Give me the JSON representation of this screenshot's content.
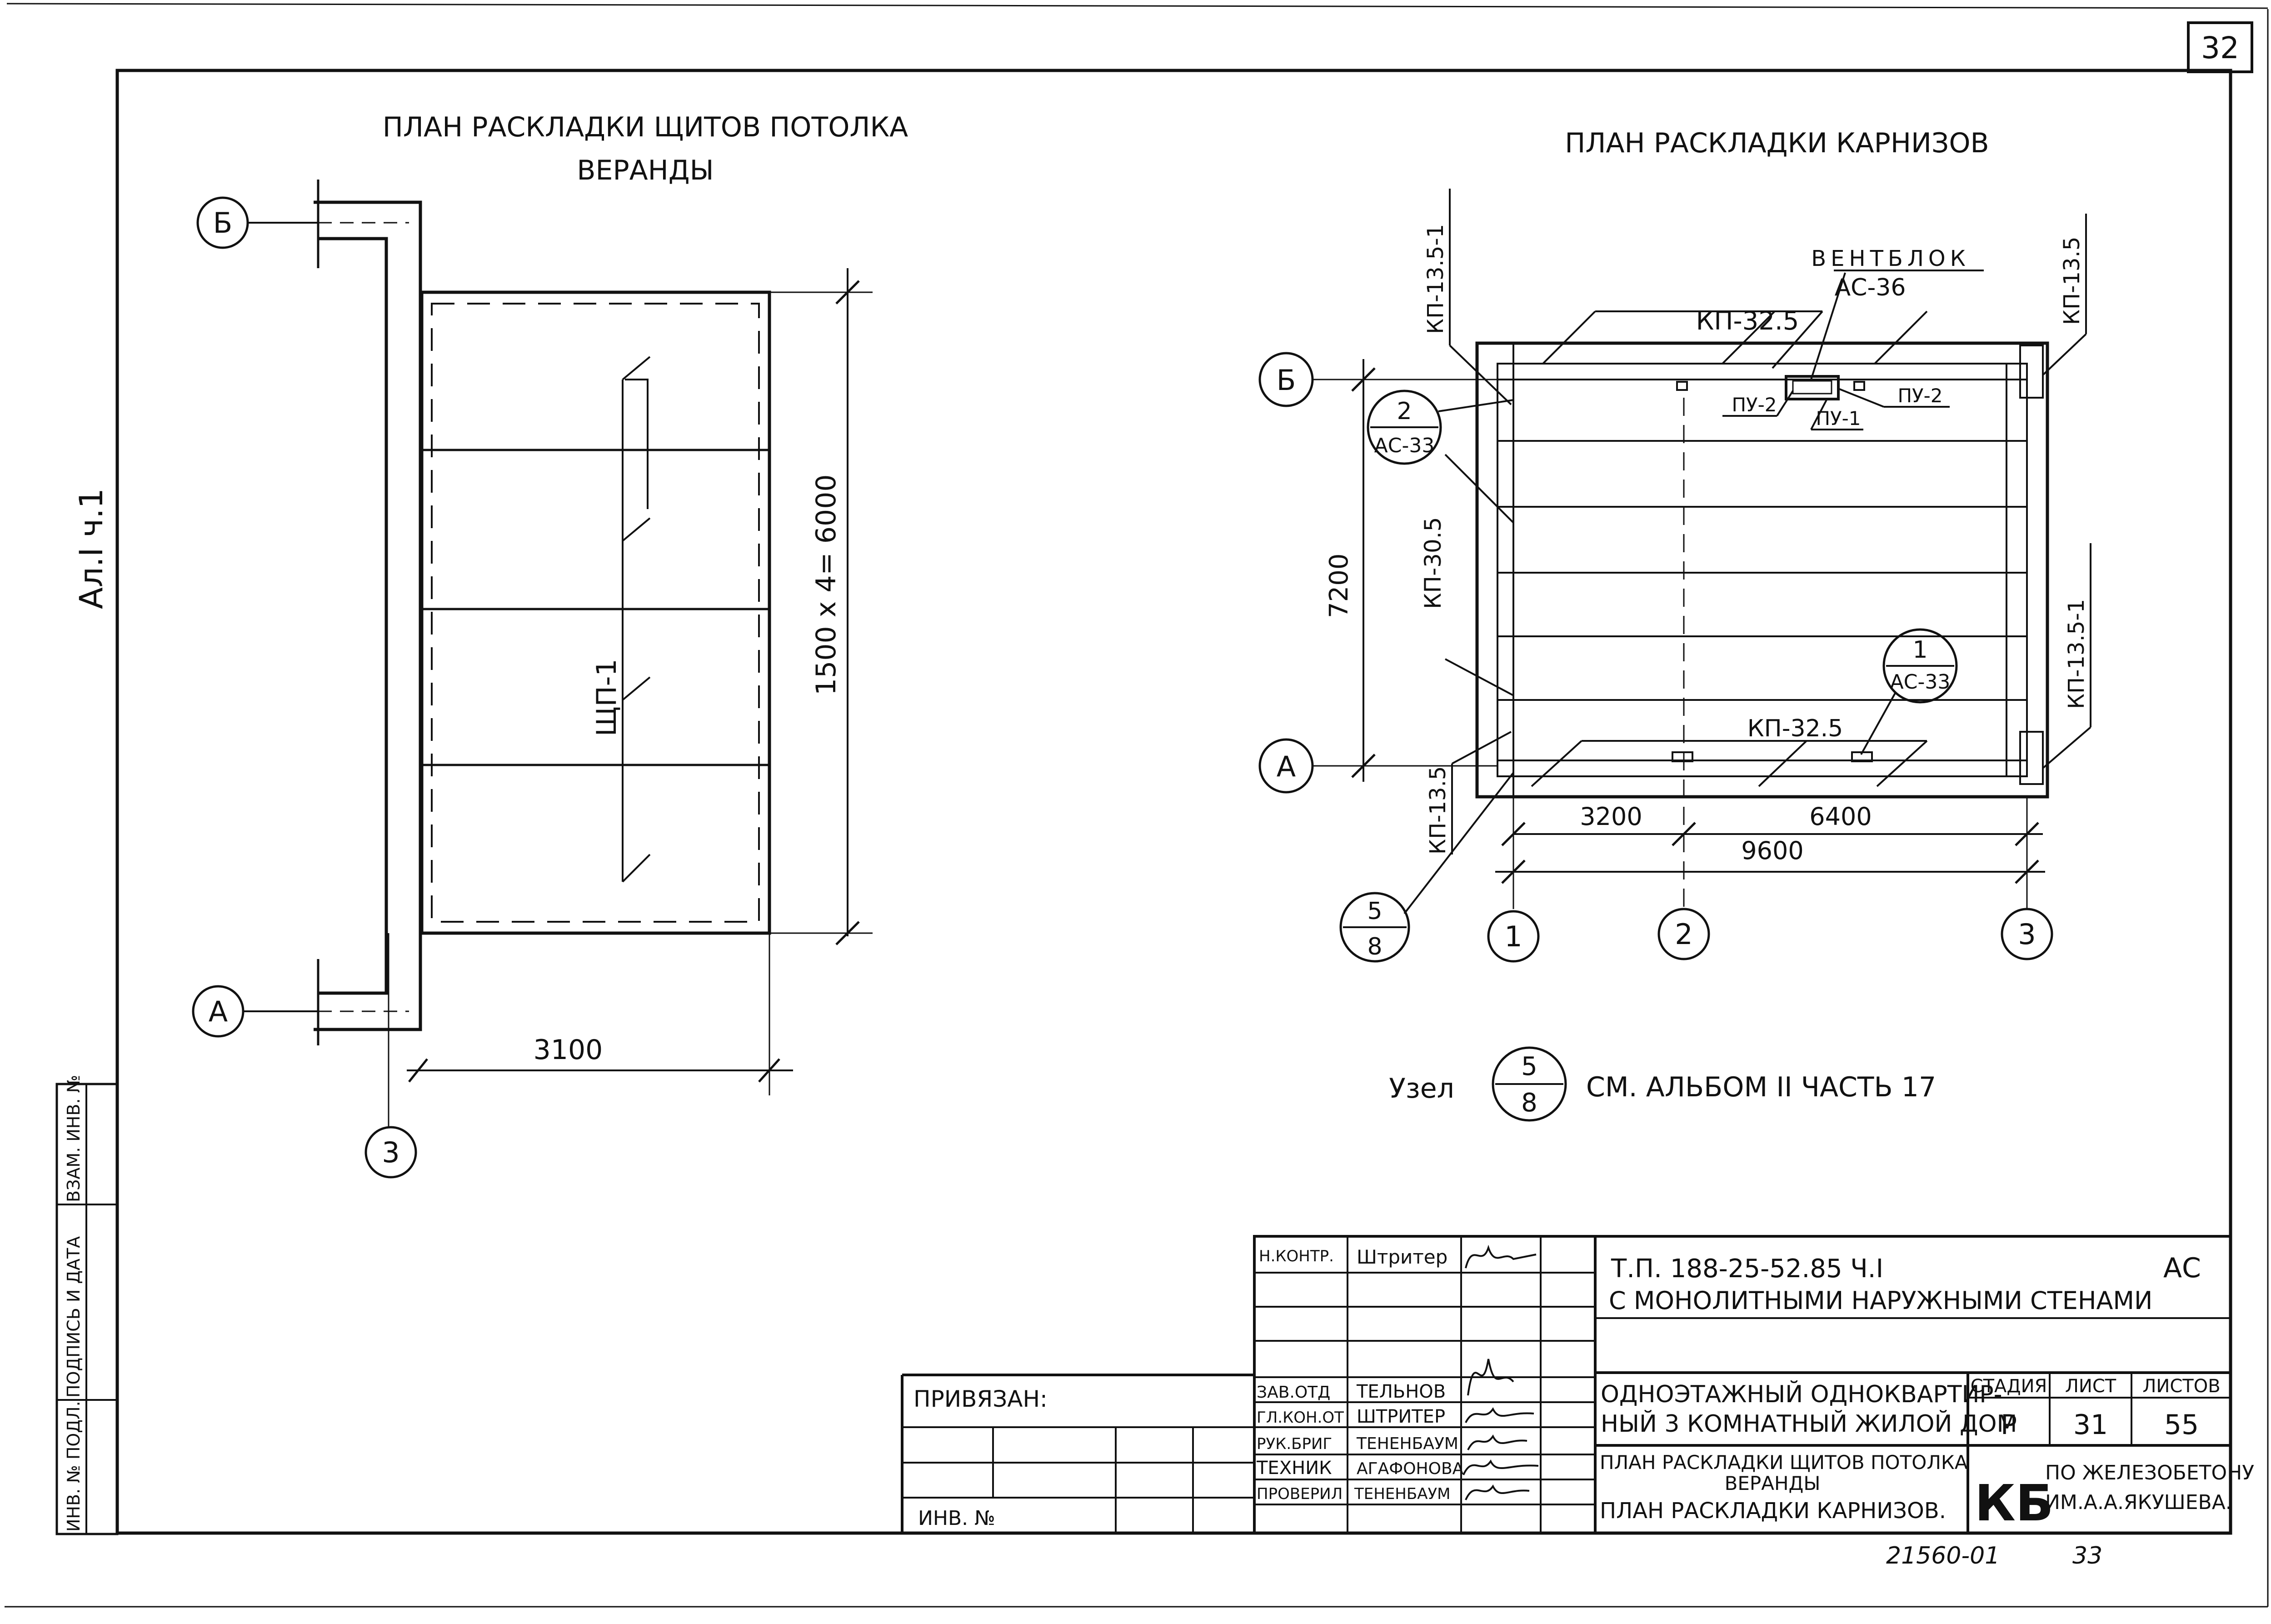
{
  "sheet": {
    "number": "32",
    "side_label": "Ал.I  ч.1",
    "bottom_code": "21560-01",
    "bottom_page": "33"
  },
  "left_plan": {
    "title_line1": "ПЛАН РАСКЛАДКИ ЩИТОВ ПОТОЛКА",
    "title_line2": "ВЕРАНДЫ",
    "axis_b": "Б",
    "axis_a": "А",
    "axis_3": "3",
    "dim_vertical": "1500 х 4= 6000",
    "dim_horizontal": "3100",
    "panel_label": "ЩП-1"
  },
  "right_plan": {
    "title": "ПЛАН РАСКЛАДКИ КАРНИЗОВ",
    "vent_block_line1": "ВЕНТБЛОК",
    "vent_block_line2": "АС-36",
    "kp_32_5_top": "КП-32.5",
    "kp_32_5_bottom": "КП-32.5",
    "kp_13_5_1_topleft": "КП-13.5-1",
    "kp_13_5_topright": "КП-13.5",
    "kp_13_5_1_right": "КП-13.5-1",
    "kp_30_5": "КП-30.5",
    "kp_13_5_bottomleft": "КП-13.5",
    "pu2_left": "ПУ-2",
    "pu2_right": "ПУ-2",
    "pu1": "ПУ-1",
    "axis_b": "Б",
    "axis_a": "А",
    "axis_1": "1",
    "axis_2": "2",
    "axis_3": "3",
    "dim_7200": "7200",
    "dim_3200": "3200",
    "dim_6400": "6400",
    "dim_9600": "9600",
    "node_top_num": "2",
    "node_top_ref": "АС-33",
    "node_mid_num": "1",
    "node_mid_ref": "АС-33",
    "node_bot_num": "5",
    "node_bot_ref": "8"
  },
  "note": {
    "prefix": "Узел",
    "num": "5",
    "ref": "8",
    "text": "СМ. АЛЬБОМ II  ЧАСТЬ 17"
  },
  "side_stamp": {
    "col1": "ИНВ. № ПОДЛ.",
    "col2": "ПОДПИСЬ И ДАТА",
    "col3": "ВЗАМ. ИНВ. №"
  },
  "title_block": {
    "privyazan": "ПРИВЯЗАН:",
    "inv": "ИНВ. №",
    "rows": [
      {
        "role": "Н.КОНТР.",
        "name": "Штритер"
      },
      {
        "role": "ЗАВ.ОТД",
        "name": "ТЕЛЬНОВ"
      },
      {
        "role": "ГЛ.КОН.ОТ",
        "name": "ШТРИТЕР"
      },
      {
        "role": "РУК.БРИГ",
        "name": "ТЕНЕНБАУМ"
      },
      {
        "role": "ТЕХНИК",
        "name": "АГАФОНОВА"
      },
      {
        "role": "ПРОВЕРИЛ",
        "name": "ТЕНЕНБАУМ"
      }
    ],
    "project_code": "Т.П. 188-25-52.85 Ч.I",
    "mark": "АС",
    "subtitle": "С МОНОЛИТНЫМИ НАРУЖНЫМИ СТЕНАМИ",
    "building_line1": "ОДНОЭТАЖНЫЙ ОДНОКВАРТИР-",
    "building_line2": "НЫЙ 3 КОМНАТНЫЙ ЖИЛОЙ ДОМ",
    "sheet_title_line1": "ПЛАН РАСКЛАДКИ ЩИТОВ ПОТОЛКА",
    "sheet_title_line2": "ВЕРАНДЫ",
    "sheet_title_line3": "ПЛАН РАСКЛАДКИ КАРНИЗОВ.",
    "stage_header": "СТАДИЯ",
    "sheet_header": "ЛИСТ",
    "sheets_header": "ЛИСТОВ",
    "stage": "Р",
    "sheet": "31",
    "sheets": "55",
    "org_logo": "КБ",
    "org_line1": "ПО ЖЕЛЕЗОБЕТОНУ",
    "org_line2": "ИМ.А.А.ЯКУШЕВА."
  }
}
